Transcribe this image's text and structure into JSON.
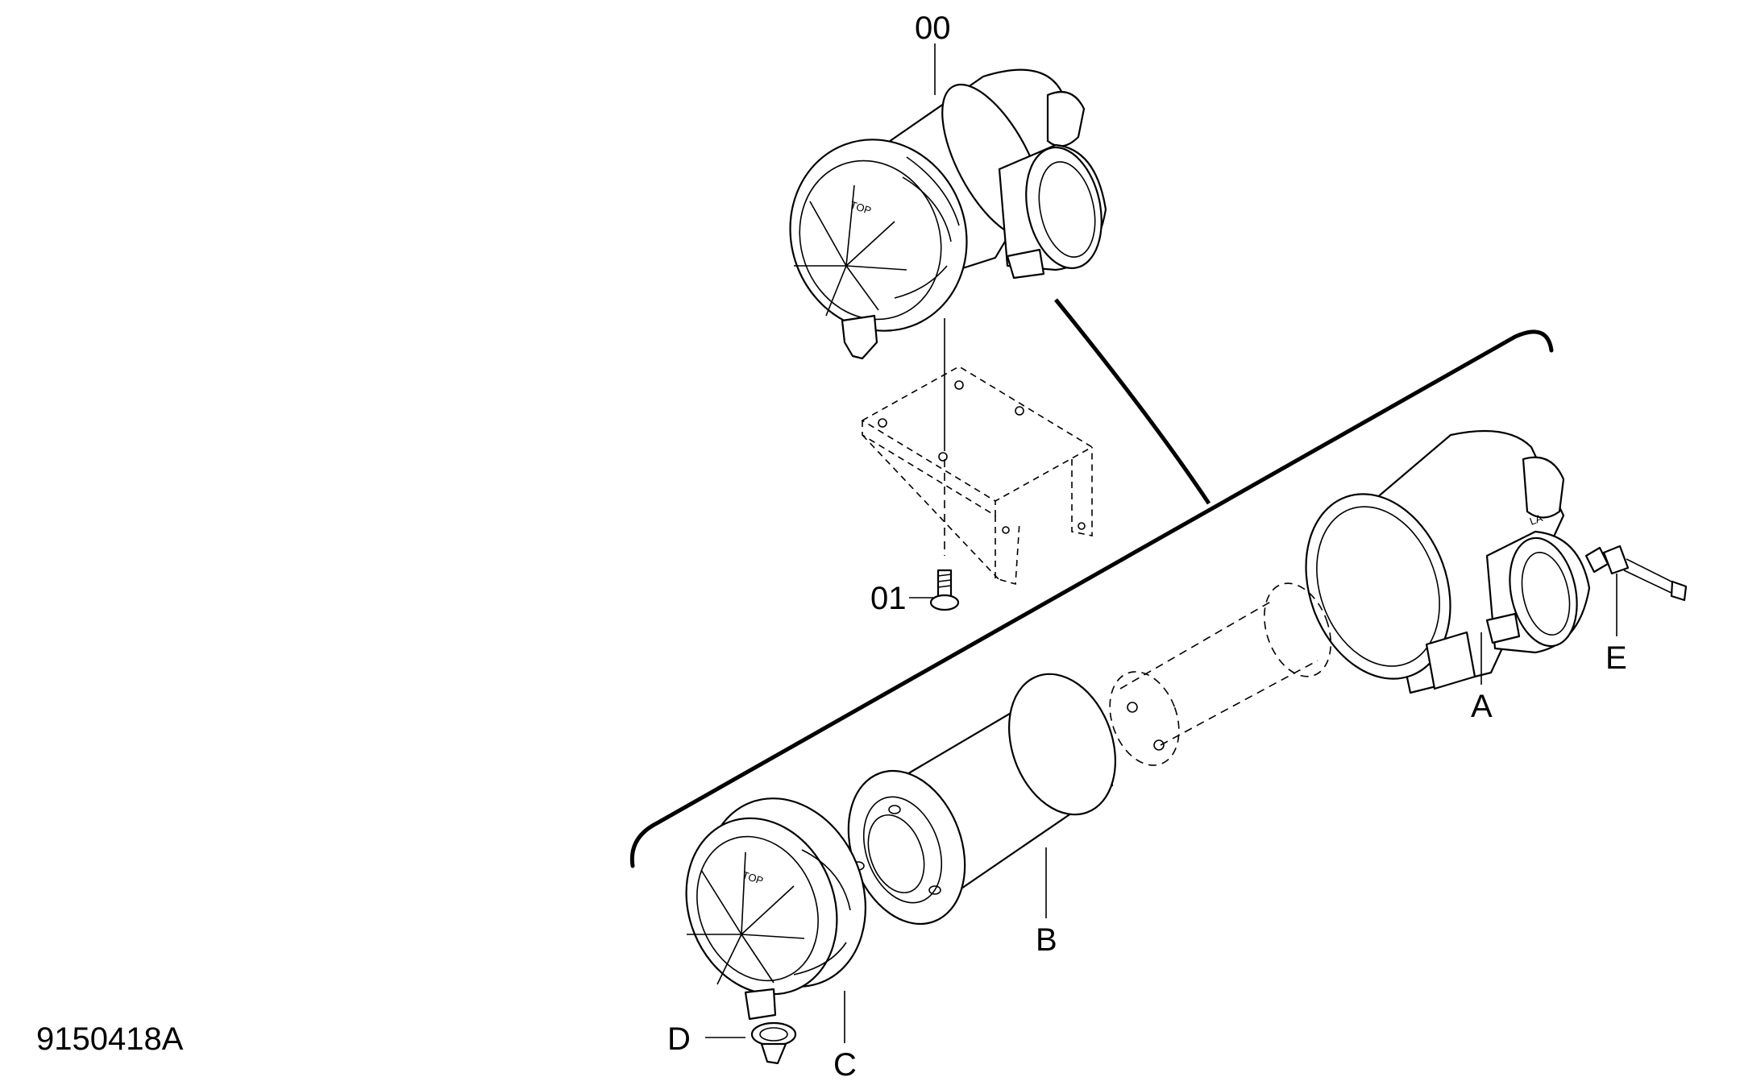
{
  "diagram": {
    "drawing_number": "9150418A",
    "callouts": {
      "assembly": "00",
      "bolt": "01",
      "housing": "A",
      "filter_element": "B",
      "cover": "C",
      "valve": "D",
      "sensor": "E"
    },
    "embossed_text": {
      "top_mark_upper": "TOP",
      "top_mark_lower": "TOP"
    }
  }
}
